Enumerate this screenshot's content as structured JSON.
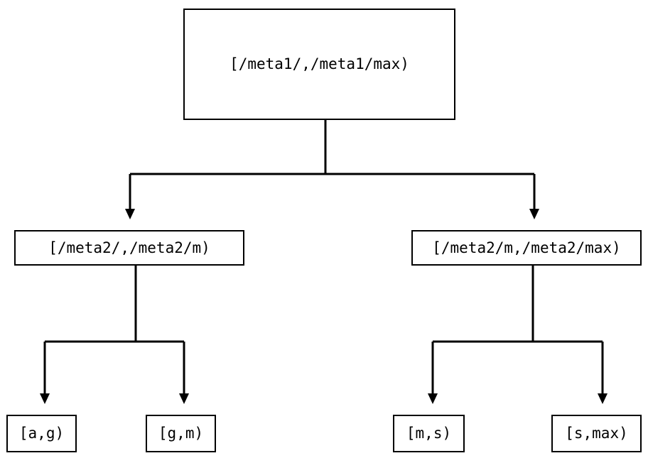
{
  "diagram": {
    "type": "tree",
    "title": "",
    "background_color": "#ffffff",
    "line_color": "#000000",
    "text_color": "#000000",
    "nodes": {
      "root": {
        "label": "[/meta1/,/meta1/max)",
        "level": 0
      },
      "mid_left": {
        "label": "[/meta2/,/meta2/m)",
        "level": 1
      },
      "mid_right": {
        "label": "[/meta2/m,/meta2/max)",
        "level": 1
      },
      "leaf_ag": {
        "label": "[a,g)",
        "level": 2
      },
      "leaf_gm": {
        "label": "[g,m)",
        "level": 2
      },
      "leaf_ms": {
        "label": "[m,s)",
        "level": 2
      },
      "leaf_smax": {
        "label": "[s,max)",
        "level": 2
      }
    },
    "edges": [
      {
        "from": "root",
        "to": "mid_left",
        "arrow": "down-triangle"
      },
      {
        "from": "root",
        "to": "mid_right",
        "arrow": "down-triangle"
      },
      {
        "from": "mid_left",
        "to": "leaf_ag",
        "arrow": "down-triangle"
      },
      {
        "from": "mid_left",
        "to": "leaf_gm",
        "arrow": "down-triangle"
      },
      {
        "from": "mid_right",
        "to": "leaf_ms",
        "arrow": "down-triangle"
      },
      {
        "from": "mid_right",
        "to": "leaf_smax",
        "arrow": "down-triangle"
      }
    ]
  }
}
